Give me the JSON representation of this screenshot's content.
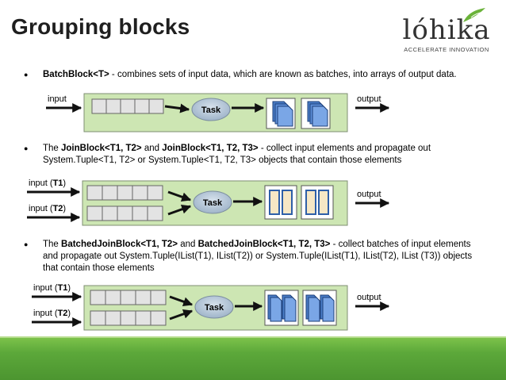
{
  "title": "Grouping blocks",
  "logo": {
    "name": "lóhika",
    "tagline": "ACCELERATE INNOVATION"
  },
  "colors": {
    "block_bg": "#cde6b3",
    "block_border": "#7f8f73",
    "task_fill": "#b8c8d8",
    "doc_fill": "#5e8fd8",
    "tuple_fill": "#f6e7c5",
    "footer": "#5ca83a"
  },
  "bullets": [
    {
      "bold": "BatchBlock<T>",
      "text": " - combines sets of input data, which are known as batches, into arrays of output data."
    },
    {
      "pre": "The ",
      "bold1": "JoinBlock<T1, T2>",
      "mid": " and ",
      "bold2": "JoinBlock<T1, T2, T3>",
      "text": " - collect input elements and propagate out System.Tuple<T1, T2> or System.Tuple<T1, T2, T3> objects that contain those elements"
    },
    {
      "pre": "The ",
      "bold1": "BatchedJoinBlock<T1, T2>",
      "mid": " and ",
      "bold2": "BatchedJoinBlock<T1, T2, T3>",
      "text": " - collect batches of input elements and propagate out System.Tuple(IList(T1), IList(T2)) or System.Tuple(IList(T1), IList(T2), IList (T3)) objects that contain those elements"
    }
  ],
  "diagrams": {
    "batch": {
      "input": "input",
      "output": "output",
      "task": "Task"
    },
    "join": {
      "input1_pre": "input (",
      "input1_bold": "T1",
      "input2_pre": "input (",
      "input2_bold": "T2",
      "close": ")",
      "output": "output",
      "task": "Task"
    },
    "batched_join": {
      "input1_pre": "input (",
      "input1_bold": "T1",
      "input2_pre": "input (",
      "input2_bold": "T2",
      "close": ")",
      "output": "output",
      "task": "Task"
    }
  }
}
